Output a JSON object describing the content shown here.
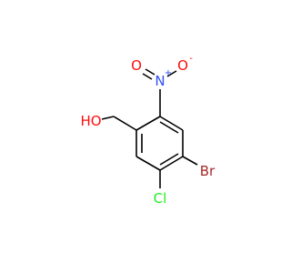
{
  "molecule": {
    "atoms": {
      "hydroxyl": {
        "text": "HO",
        "color": "#ff0d0d"
      },
      "nitro_n": {
        "text": "N",
        "color": "#3050f8"
      },
      "nitro_n_charge": {
        "text": "+",
        "color": "#3050f8"
      },
      "nitro_o_double": {
        "text": "O",
        "color": "#ff0d0d"
      },
      "nitro_o_single": {
        "text": "O",
        "color": "#ff0d0d"
      },
      "nitro_o_charge": {
        "text": "-",
        "color": "#ff0d0d"
      },
      "bromine": {
        "text": "Br",
        "color": "#a62929"
      },
      "chlorine": {
        "text": "Cl",
        "color": "#1ff01f"
      }
    },
    "bond_color": "#000000"
  }
}
